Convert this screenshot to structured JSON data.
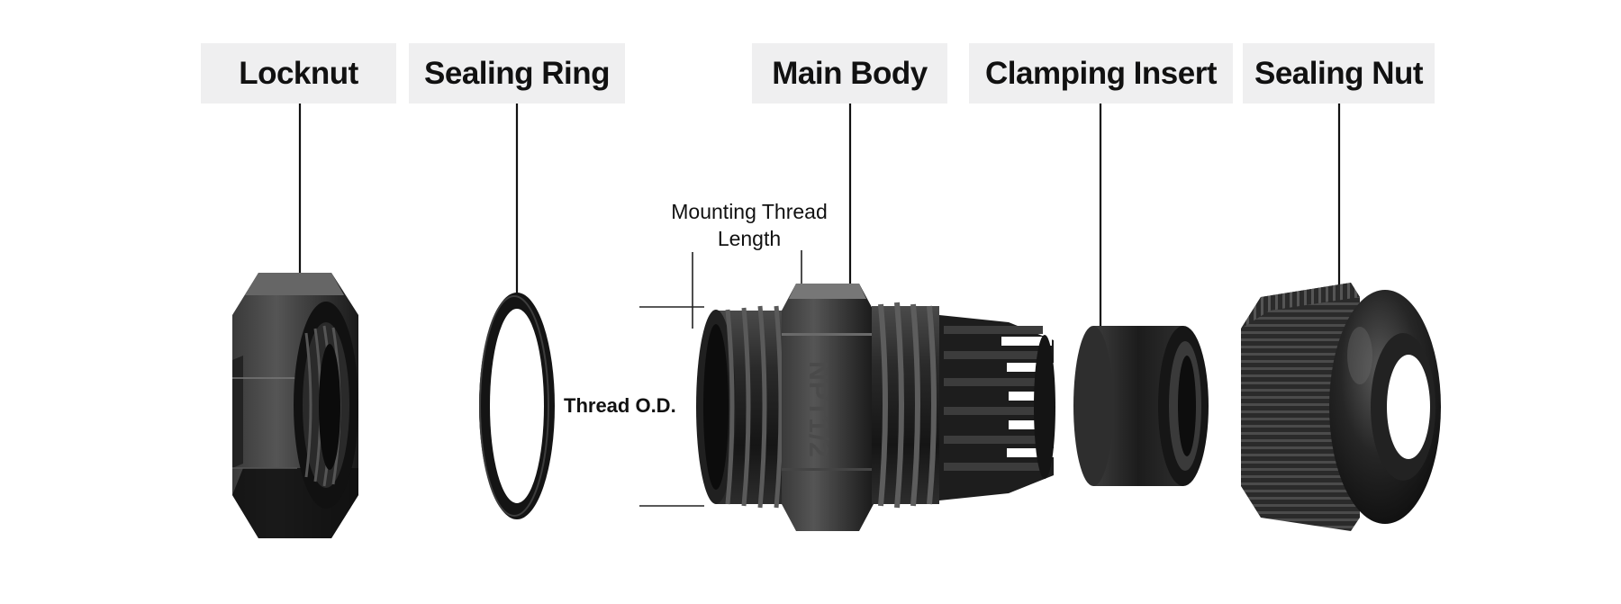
{
  "callouts": {
    "locknut": "Locknut",
    "sealing_ring": "Sealing Ring",
    "main_body": "Main Body",
    "clamping_insert": "Clamping Insert",
    "sealing_nut": "Sealing Nut"
  },
  "dimensions": {
    "mounting_thread_line1": "Mounting Thread",
    "mounting_thread_line2": "Length",
    "thread_od": "Thread O.D."
  },
  "body_marking": "NPT1/2",
  "colors": {
    "label_background": "#efeff0",
    "part_plastic": "#1c1c1c",
    "leader_line": "#111111"
  }
}
